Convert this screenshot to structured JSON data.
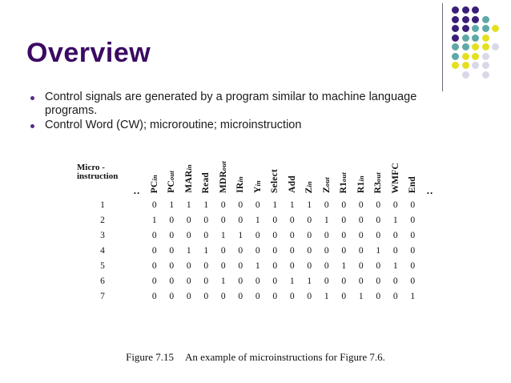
{
  "slide": {
    "title": "Overview",
    "title_color": "#3B0A63",
    "bullets": [
      "Control signals are generated by a program similar to machine language programs.",
      "Control Word (CW); microroutine; microinstruction"
    ],
    "bullet_marker_color": "#5B2A86"
  },
  "decoration": {
    "name": "dot-grid",
    "divider_color": "#6B6B7A",
    "palette": {
      "purple": "#3B1E78",
      "teal": "#5FA8A8",
      "yellow": "#E4E020",
      "pale": "#D8D8E8"
    },
    "dots": [
      {
        "r": 0,
        "c": 0,
        "color": "#3B1E78"
      },
      {
        "r": 0,
        "c": 1,
        "color": "#3B1E78"
      },
      {
        "r": 0,
        "c": 2,
        "color": "#3B1E78"
      },
      {
        "r": 1,
        "c": 0,
        "color": "#3B1E78"
      },
      {
        "r": 1,
        "c": 1,
        "color": "#3B1E78"
      },
      {
        "r": 1,
        "c": 2,
        "color": "#3B1E78"
      },
      {
        "r": 1,
        "c": 3,
        "color": "#5FA8A8"
      },
      {
        "r": 2,
        "c": 0,
        "color": "#3B1E78"
      },
      {
        "r": 2,
        "c": 1,
        "color": "#3B1E78"
      },
      {
        "r": 2,
        "c": 2,
        "color": "#5FA8A8"
      },
      {
        "r": 2,
        "c": 3,
        "color": "#5FA8A8"
      },
      {
        "r": 2,
        "c": 4,
        "color": "#E4E020"
      },
      {
        "r": 3,
        "c": 0,
        "color": "#3B1E78"
      },
      {
        "r": 3,
        "c": 1,
        "color": "#5FA8A8"
      },
      {
        "r": 3,
        "c": 2,
        "color": "#5FA8A8"
      },
      {
        "r": 3,
        "c": 3,
        "color": "#E4E020"
      },
      {
        "r": 4,
        "c": 0,
        "color": "#5FA8A8"
      },
      {
        "r": 4,
        "c": 1,
        "color": "#5FA8A8"
      },
      {
        "r": 4,
        "c": 2,
        "color": "#E4E020"
      },
      {
        "r": 4,
        "c": 3,
        "color": "#E4E020"
      },
      {
        "r": 4,
        "c": 4,
        "color": "#D8D8E8"
      },
      {
        "r": 5,
        "c": 0,
        "color": "#5FA8A8"
      },
      {
        "r": 5,
        "c": 1,
        "color": "#E4E020"
      },
      {
        "r": 5,
        "c": 2,
        "color": "#E4E020"
      },
      {
        "r": 5,
        "c": 3,
        "color": "#D8D8E8"
      },
      {
        "r": 6,
        "c": 0,
        "color": "#E4E020"
      },
      {
        "r": 6,
        "c": 1,
        "color": "#E4E020"
      },
      {
        "r": 6,
        "c": 2,
        "color": "#D8D8E8"
      },
      {
        "r": 6,
        "c": 3,
        "color": "#D8D8E8"
      },
      {
        "r": 7,
        "c": 1,
        "color": "#D8D8E8"
      },
      {
        "r": 7,
        "c": 3,
        "color": "#D8D8E8"
      }
    ]
  },
  "table": {
    "grid_color": "#63DDE8",
    "first_header_line1": "Micro -",
    "first_header_line2": "instruction",
    "dots_header": "..",
    "signals": [
      {
        "base": "PC",
        "sub": "in"
      },
      {
        "base": "PC",
        "sub": "out"
      },
      {
        "base": "MAR",
        "sub": "in"
      },
      {
        "base": "Read",
        "sub": ""
      },
      {
        "base": "MDR",
        "sub": "out"
      },
      {
        "base": "IR",
        "sub": "in"
      },
      {
        "base": "Y",
        "sub": "in"
      },
      {
        "base": "Select",
        "sub": ""
      },
      {
        "base": "Add",
        "sub": ""
      },
      {
        "base": "Z",
        "sub": "in"
      },
      {
        "base": "Z",
        "sub": "out"
      },
      {
        "base": "R1",
        "sub": "out"
      },
      {
        "base": "R1",
        "sub": "in"
      },
      {
        "base": "R3",
        "sub": "out"
      },
      {
        "base": "WMFC",
        "sub": ""
      },
      {
        "base": "End",
        "sub": ""
      }
    ],
    "rows": [
      {
        "label": "1",
        "values": [
          0,
          1,
          1,
          1,
          0,
          0,
          0,
          1,
          1,
          1,
          0,
          0,
          0,
          0,
          0,
          0
        ]
      },
      {
        "label": "2",
        "values": [
          1,
          0,
          0,
          0,
          0,
          0,
          1,
          0,
          0,
          0,
          1,
          0,
          0,
          0,
          1,
          0
        ]
      },
      {
        "label": "3",
        "values": [
          0,
          0,
          0,
          0,
          1,
          1,
          0,
          0,
          0,
          0,
          0,
          0,
          0,
          0,
          0,
          0
        ]
      },
      {
        "label": "4",
        "values": [
          0,
          0,
          1,
          1,
          0,
          0,
          0,
          0,
          0,
          0,
          0,
          0,
          0,
          1,
          0,
          0
        ]
      },
      {
        "label": "5",
        "values": [
          0,
          0,
          0,
          0,
          0,
          0,
          1,
          0,
          0,
          0,
          0,
          1,
          0,
          0,
          1,
          0
        ]
      },
      {
        "label": "6",
        "values": [
          0,
          0,
          0,
          0,
          1,
          0,
          0,
          0,
          1,
          1,
          0,
          0,
          0,
          0,
          0,
          0
        ]
      },
      {
        "label": "7",
        "values": [
          0,
          0,
          0,
          0,
          0,
          0,
          0,
          0,
          0,
          0,
          1,
          0,
          1,
          0,
          0,
          1
        ]
      }
    ]
  },
  "caption": {
    "number": "Figure 7.15",
    "text": "An example of microinstructions for Figure 7.6."
  }
}
